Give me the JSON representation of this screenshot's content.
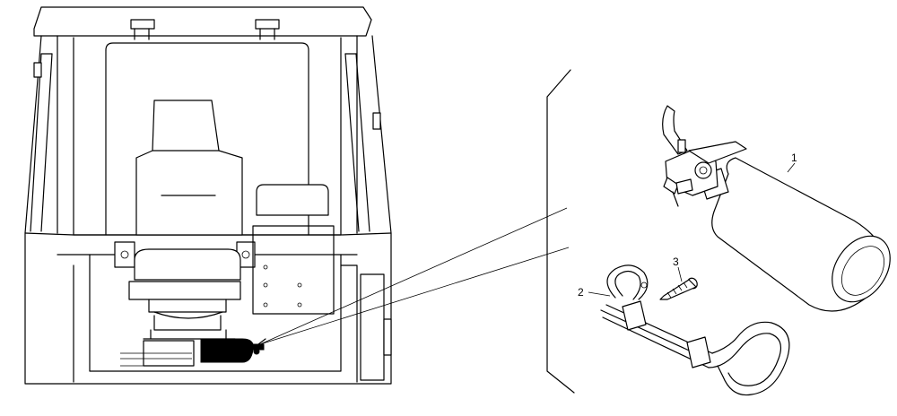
{
  "callouts": {
    "extinguisher": "1",
    "bracket": "2",
    "screw": "3"
  },
  "colors": {
    "line": "#000000",
    "background": "#ffffff"
  }
}
